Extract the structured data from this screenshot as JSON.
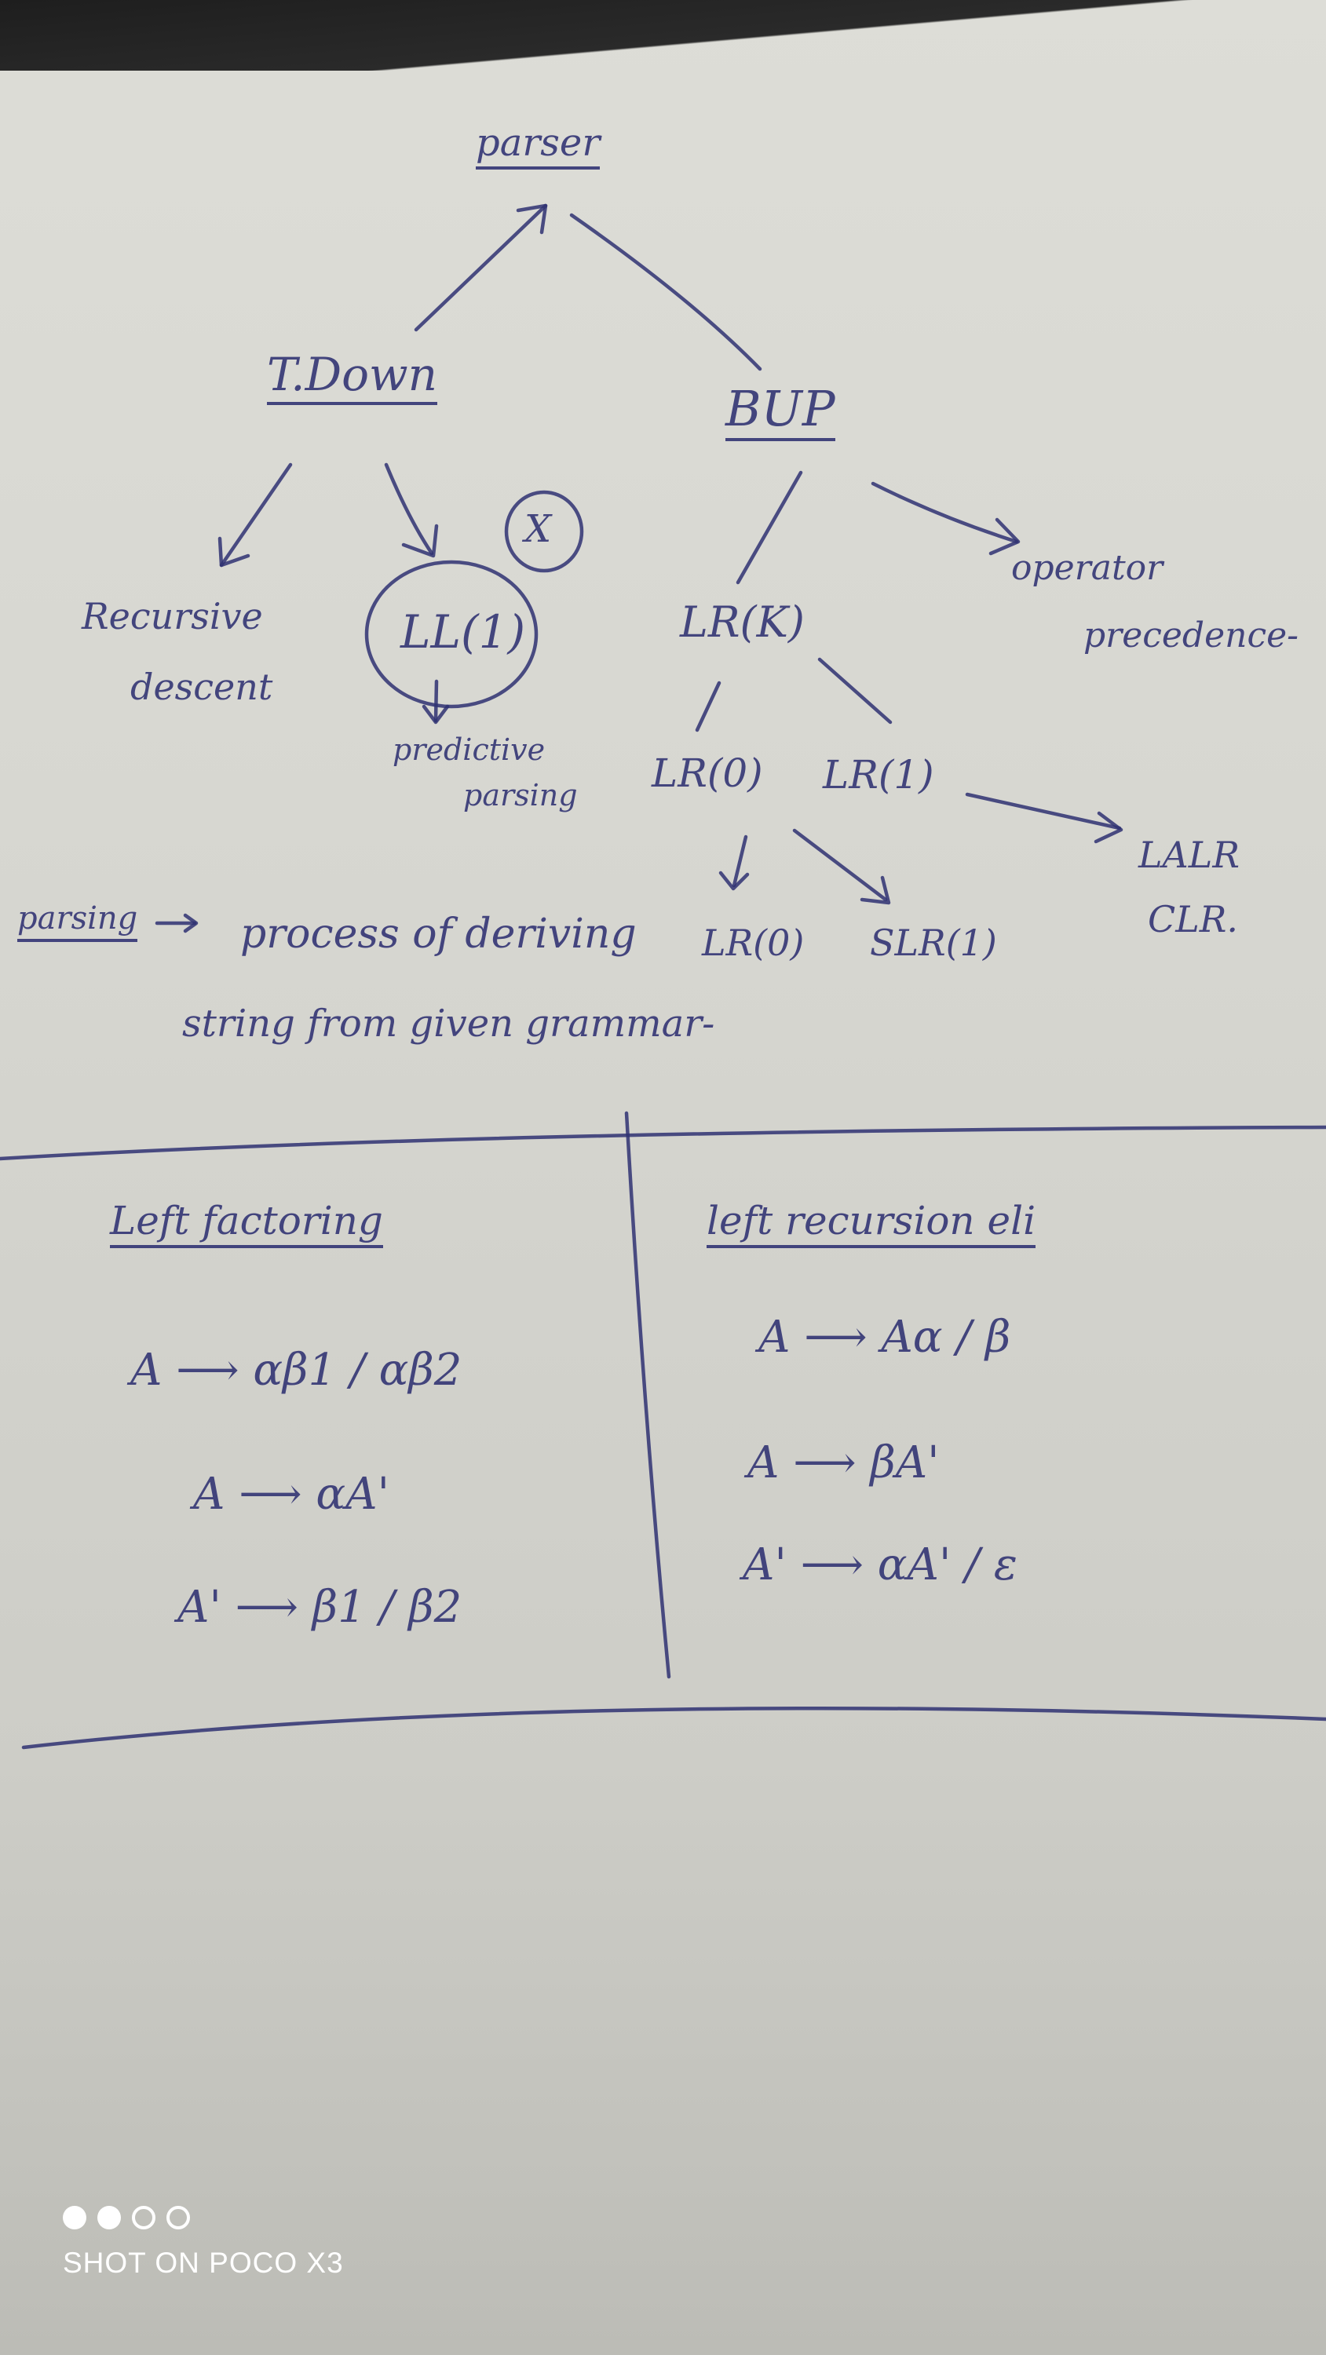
{
  "tree": {
    "root": "parser",
    "top_down": "T.Down",
    "bottom_up": "BUP",
    "recursive_1": "Recursive",
    "recursive_2": "descent",
    "ll1": "LL(1)",
    "circled_note": "X",
    "predictive_1": "predictive",
    "predictive_2": "parsing",
    "lrk": "LR(K)",
    "operator_1": "operator",
    "operator_2": "precedence-",
    "lr0": "LR(0)",
    "lr1": "LR(1)",
    "lalr": "LALR",
    "clr": "CLR.",
    "lr0_leaf": "LR(0)",
    "slr1": "SLR(1)"
  },
  "definition": {
    "term": "parsing",
    "line1": "process of deriving",
    "line2": "string from given grammar-"
  },
  "left_factoring": {
    "heading": "Left factoring",
    "rule1": "A ⟶ αβ1 / αβ2",
    "rule2": "A ⟶ αA'",
    "rule3": "A' ⟶ β1 / β2"
  },
  "left_recursion": {
    "heading": "left recursion eli",
    "rule1": "A ⟶ Aα / β",
    "rule2": "A ⟶ βA'",
    "rule3": "A' ⟶ αA' / ε"
  },
  "watermark": {
    "text": "SHOT ON POCO X3"
  }
}
